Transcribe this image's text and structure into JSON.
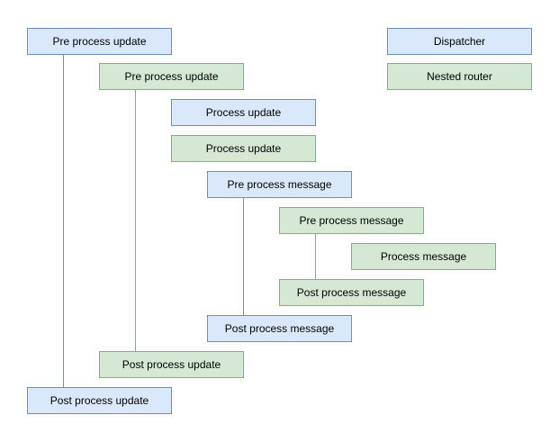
{
  "diagram": {
    "type": "flow-staircase",
    "colors": {
      "blue_fill": "#dae8fc",
      "blue_stroke": "#6c8ebf",
      "green_fill": "#d5e8d4",
      "green_stroke": "#82b366",
      "text": "#000000",
      "background": "#ffffff"
    },
    "legend": [
      {
        "label": "Dispatcher",
        "variant": "blue"
      },
      {
        "label": "Nested router",
        "variant": "green"
      }
    ],
    "nodes": [
      {
        "label": "Pre process update",
        "variant": "blue"
      },
      {
        "label": "Pre process update",
        "variant": "green"
      },
      {
        "label": "Process update",
        "variant": "blue"
      },
      {
        "label": "Process update",
        "variant": "green"
      },
      {
        "label": "Pre process message",
        "variant": "blue"
      },
      {
        "label": "Pre process message",
        "variant": "green"
      },
      {
        "label": "Process message",
        "variant": "green"
      },
      {
        "label": "Post process message",
        "variant": "green"
      },
      {
        "label": "Post process message",
        "variant": "blue"
      },
      {
        "label": "Post process update",
        "variant": "green"
      },
      {
        "label": "Post process update",
        "variant": "blue"
      }
    ],
    "connectors": [
      {
        "name": "dispatcher-update-lifeline",
        "variant": "blue"
      },
      {
        "name": "nested-router-update-lifeline",
        "variant": "green"
      },
      {
        "name": "dispatcher-message-lifeline",
        "variant": "blue"
      },
      {
        "name": "nested-router-message-lifeline",
        "variant": "green"
      }
    ]
  }
}
